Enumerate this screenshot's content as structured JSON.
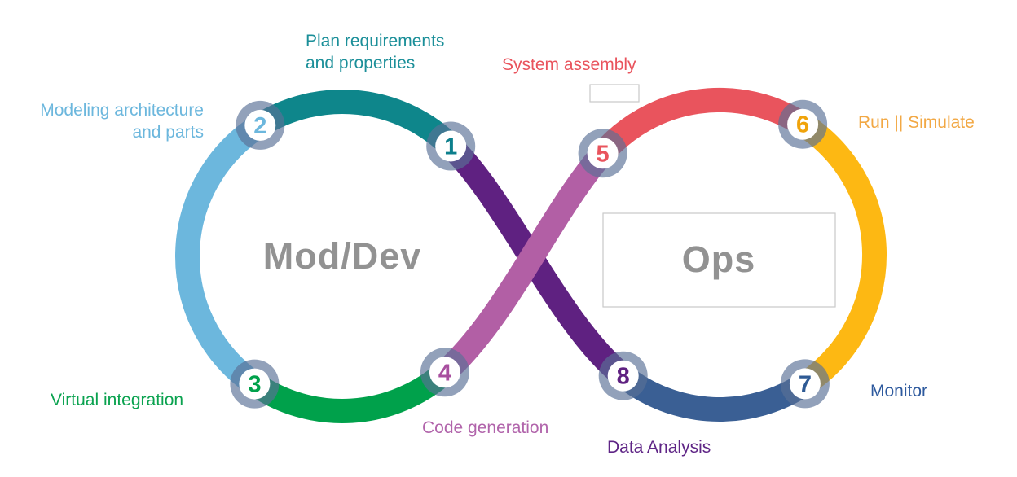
{
  "palette": {
    "teal": "#0e868b",
    "light_blue": "#6cb7dd",
    "green": "#00a14b",
    "magenta": "#b25fa5",
    "purple": "#5f2181",
    "red": "#e9545d",
    "yellow": "#fdb813",
    "blue": "#3a5f94",
    "ring": "rgba(90,112,151,0.66)",
    "node_fill": "#ffffff",
    "gray_text": "#929292",
    "box_border": "#c9c9c9"
  },
  "loops": {
    "left_label": "Mod/Dev",
    "right_label": "Ops"
  },
  "steps": [
    {
      "num": "1",
      "label": "Plan requirements and properties",
      "lines": [
        "Plan requirements",
        "and properties"
      ],
      "num_color": "#0c7f8c",
      "label_color": "#1b8f99"
    },
    {
      "num": "2",
      "label": "Modeling architecture and parts",
      "lines": [
        "Modeling architecture",
        "and parts"
      ],
      "num_color": "#6cb7dd",
      "label_color": "#6cb7dd"
    },
    {
      "num": "3",
      "label": "Virtual integration",
      "lines": [
        "Virtual integration"
      ],
      "num_color": "#00a14b",
      "label_color": "#0aa24f"
    },
    {
      "num": "4",
      "label": "Code generation",
      "lines": [
        "Code generation"
      ],
      "num_color": "#a84f9f",
      "label_color": "#b164ab"
    },
    {
      "num": "5",
      "label": "System assembly",
      "lines": [
        "System assembly"
      ],
      "num_color": "#e9545d",
      "label_color": "#e9545d"
    },
    {
      "num": "6",
      "label": "Run || Simulate",
      "lines": [
        "Run || Simulate"
      ],
      "num_color": "#f0a30a",
      "label_color": "#f2a844"
    },
    {
      "num": "7",
      "label": "Monitor",
      "lines": [
        "Monitor"
      ],
      "num_color": "#2e5a94",
      "label_color": "#2e5a9e"
    },
    {
      "num": "8",
      "label": "Data Analysis",
      "lines": [
        "Data Analysis"
      ],
      "num_color": "#5f2181",
      "label_color": "#5f2586"
    }
  ]
}
